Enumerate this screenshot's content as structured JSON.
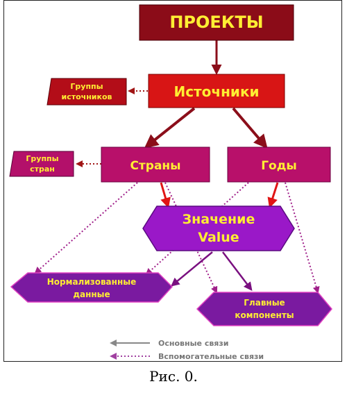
{
  "nodes": {
    "projects": "ПРОЕКТЫ",
    "sources": "Источники",
    "source_groups": [
      "Группы",
      "источников"
    ],
    "countries": "Страны",
    "years": "Годы",
    "country_groups": [
      "Группы",
      "стран"
    ],
    "value": [
      "Значение",
      "Value"
    ],
    "normalized": [
      "Нормализованные",
      "данные"
    ],
    "principal": [
      "Главные",
      "компоненты"
    ]
  },
  "legend": {
    "main": "Основные связи",
    "auxiliary": "Вспомогательные связи"
  },
  "caption": "Рис. 0.",
  "colors": {
    "projects_fill": "#8b0c18",
    "sources_fill": "#d81515",
    "mid_fill": "#b8106a",
    "value_fill": "#9a18c8",
    "output_fill": "#7a1aa0",
    "text": "#ffee33",
    "main_arrow_dark": "#8b0e1a",
    "main_arrow_red": "#e01515",
    "main_arrow_purple": "#7a1080",
    "aux_arrow": "#a0208a"
  }
}
